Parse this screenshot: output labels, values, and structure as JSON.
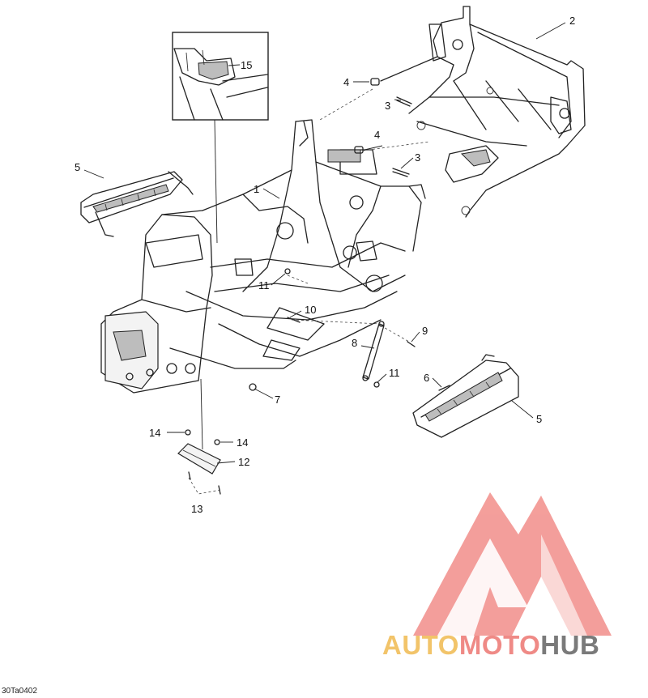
{
  "diagram": {
    "reference_code": "30Ta0402",
    "callouts": [
      {
        "id": "c2",
        "text": "2"
      },
      {
        "id": "c15",
        "text": "15"
      },
      {
        "id": "c4a",
        "text": "4"
      },
      {
        "id": "c3a",
        "text": "3"
      },
      {
        "id": "c4b",
        "text": "4"
      },
      {
        "id": "c3b",
        "text": "3"
      },
      {
        "id": "c5a",
        "text": "5"
      },
      {
        "id": "c1",
        "text": "1"
      },
      {
        "id": "c11a",
        "text": "11"
      },
      {
        "id": "c10",
        "text": "10"
      },
      {
        "id": "c9",
        "text": "9"
      },
      {
        "id": "c8",
        "text": "8"
      },
      {
        "id": "c11b",
        "text": "11"
      },
      {
        "id": "c6",
        "text": "6"
      },
      {
        "id": "c7",
        "text": "7"
      },
      {
        "id": "c5b",
        "text": "5"
      },
      {
        "id": "c14a",
        "text": "14"
      },
      {
        "id": "c14b",
        "text": "14"
      },
      {
        "id": "c12",
        "text": "12"
      },
      {
        "id": "c13",
        "text": "13"
      }
    ]
  },
  "watermark": {
    "part1": "AUTO",
    "part2": "MOTO",
    "part3": "HUB",
    "color1": "#f2c46a",
    "color2": "#ef8a86",
    "color3": "#7a7a7a",
    "logo_color": "#f28e8a"
  }
}
